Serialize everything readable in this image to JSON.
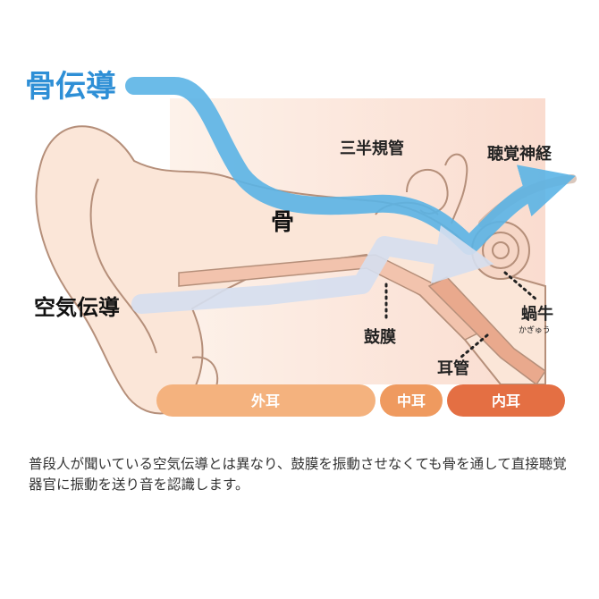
{
  "labels": {
    "bone_conduction": "骨伝導",
    "bone": "骨",
    "air_conduction": "空気伝導",
    "semicircular_canals": "三半規管",
    "auditory_nerve": "聴覚神経",
    "cochlea": "蝸牛",
    "cochlea_reading": "かぎゅう",
    "eardrum": "鼓膜",
    "ear_canal": "耳管"
  },
  "sections": [
    {
      "label": "外耳",
      "color": "#f4b27e"
    },
    {
      "label": "中耳",
      "color": "#ef9a5f"
    },
    {
      "label": "内耳",
      "color": "#e46f43"
    }
  ],
  "caption": "普段人が聞いている空気伝導とは異なり、鼓膜を振動させなくても骨を通して直接聴覚器官に振動を送り音を認識します。",
  "colors": {
    "bone_path": "#5bb4e6",
    "bone_title": "#2e8fd6",
    "air_path": "#d6dff0",
    "skin": "#fbe6d8",
    "skin_outline": "#b58f7a"
  }
}
